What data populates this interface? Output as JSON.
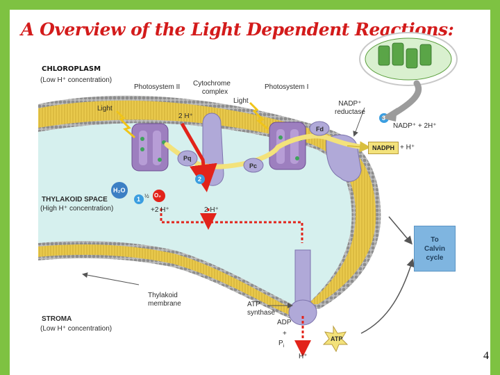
{
  "slide": {
    "title": "A Overview of the Light Dependent Reactions:",
    "page_number": "4"
  },
  "diagram": {
    "chloroplast_label": "CHLOROPLASM",
    "low_h_top": "(Low H⁺ concentration)",
    "photosystem_ii": "Photosystem II",
    "cytochrome_line1": "Cytochrome",
    "cytochrome_line2": "complex",
    "photosystem_i": "Photosystem I",
    "nadp_reductase_line1": "NADP⁺",
    "nadp_reductase_line2": "reductase",
    "light_left": "Light",
    "light_right": "Light",
    "two_h_top": "2 H⁺",
    "nadp_equation": "NADP⁺ + 2H⁺",
    "nadph": "NADPH",
    "plus_h": "+ H⁺",
    "pq": "Pq",
    "pc": "Pc",
    "fd": "Fd",
    "h2o": "H₂O",
    "half_o2": "½",
    "o2": "O₂",
    "plus_2h": "+2 H⁺",
    "two_h_mid": "2 H⁺",
    "thylakoid_space": "THYLAKOID SPACE",
    "high_h": "(High H⁺ concentration)",
    "step1": "1",
    "step2": "2",
    "step3": "3",
    "calvin_line1": "To",
    "calvin_line2": "Calvin",
    "calvin_line3": "cycle",
    "thylakoid_line1": "Thylakoid",
    "thylakoid_line2": "membrane",
    "stroma": "STROMA",
    "low_h_bottom": "(Low H⁺ concentration)",
    "atp_synthase_line1": "ATP",
    "atp_synthase_line2": "synthase",
    "adp": "ADP",
    "plus_sign": "+",
    "pi": "P",
    "pi_sub": "i",
    "atp": "ATP",
    "h_bottom": "H⁺"
  },
  "colors": {
    "frame_green": "#7ec242",
    "title_red": "#d31b1b",
    "membrane_yellow": "#e8c94a",
    "membrane_bead": "#9a9a9a",
    "lumen": "#d6f0ee",
    "protein_purple": "#9d7fbf",
    "electron_flow": "#f3e27b",
    "proton_red": "#e2231a",
    "calvin_blue": "#7fb5e0"
  }
}
